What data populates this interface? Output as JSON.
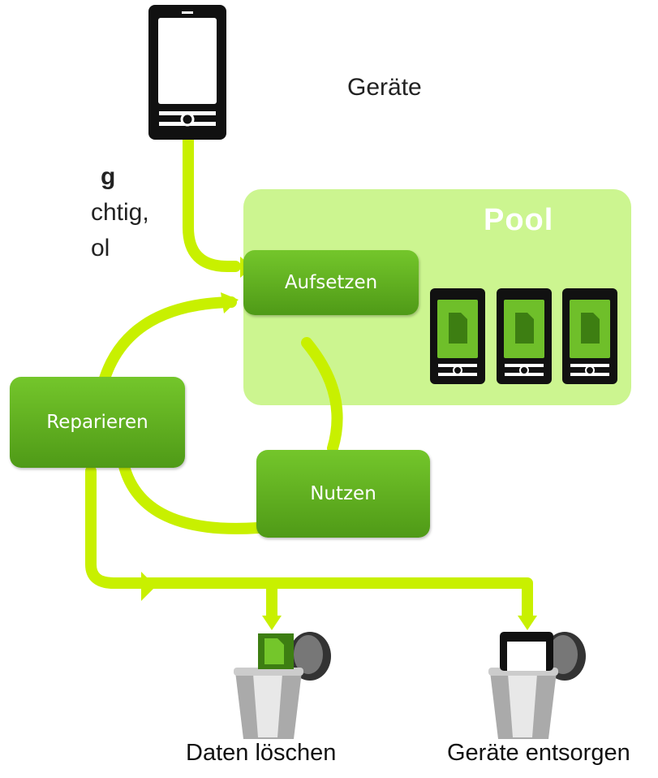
{
  "left_text": {
    "line1": "Geräte",
    "line2": "g",
    "line3": "chtig,",
    "line4": "ol"
  },
  "pool": {
    "title": "Pool"
  },
  "steps": {
    "setup": "Aufsetzen",
    "repair": "Reparieren",
    "use": "Nutzen"
  },
  "bins": {
    "delete_data": "Daten löschen",
    "dispose_devices": "Geräte entsorgen"
  },
  "colors": {
    "arrow": "#c8f000",
    "box": "#5fae1f",
    "pool_bg": "#ccf590",
    "pool_title": "#ffffff",
    "phone_body": "#111111"
  },
  "icons": [
    "phone-icon",
    "document-icon",
    "trash-bucket-icon"
  ]
}
